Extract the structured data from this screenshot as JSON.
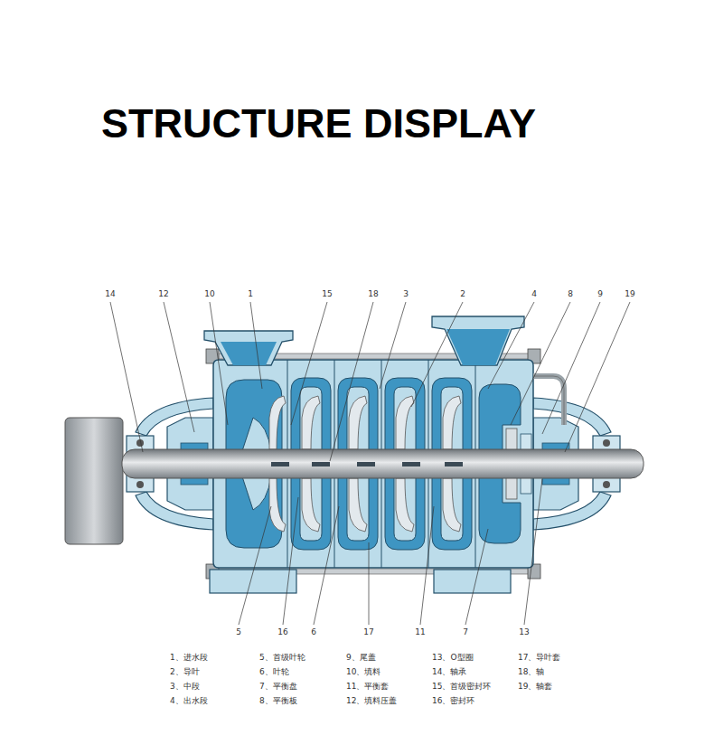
{
  "diagram": {
    "title": "STRUCTURE DISPLAY",
    "labels": [
      "14",
      "12",
      "10",
      "1",
      "15",
      "18",
      "3",
      "2",
      "4",
      "8",
      "9",
      "19",
      "5",
      "16",
      "6",
      "17",
      "11",
      "7",
      "13",
      "1、进水段",
      "5、首级叶轮",
      "9、尾盖",
      "13、O型圈",
      "17、导叶套",
      "2、导叶",
      "6、叶轮",
      "10、填料",
      "14、轴承",
      "18、轴",
      "3、中段",
      "7、平衡盘",
      "11、平衡套",
      "15、首级密封环",
      "19、轴套",
      "4、出水段",
      "8、平衡板",
      "12、填料压盖",
      "16、密封环"
    ]
  }
}
